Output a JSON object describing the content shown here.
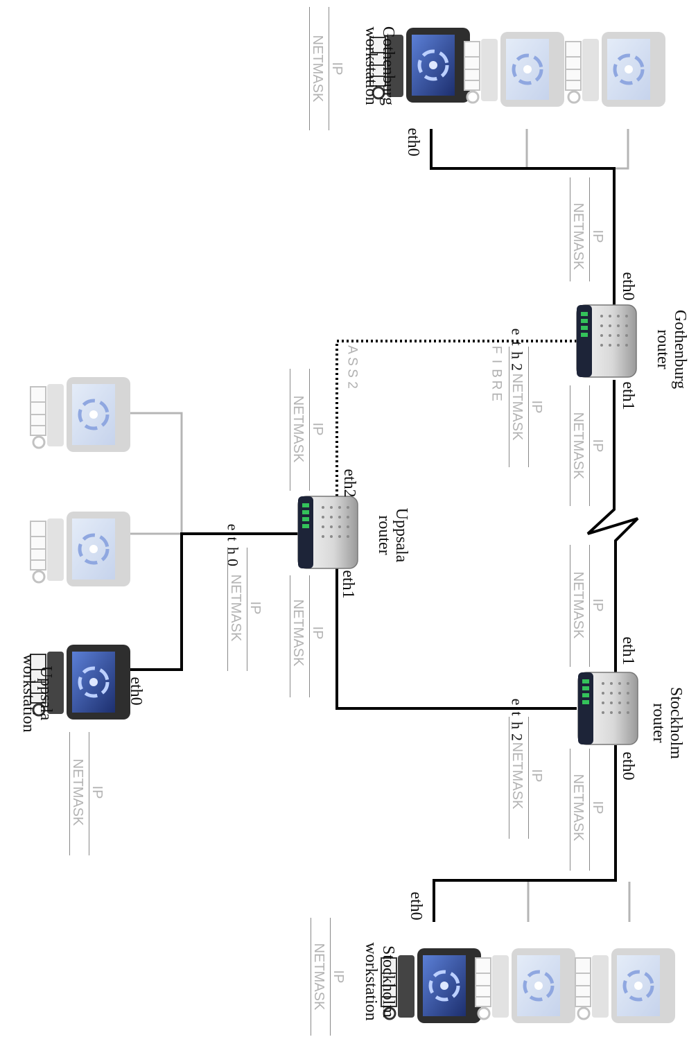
{
  "labels": {
    "ip": "IP",
    "netmask": "NETMASK"
  },
  "devices": {
    "gothenburg_router": {
      "line1": "Gothenburg",
      "line2": "router"
    },
    "uppsala_router": {
      "line1": "Uppsala",
      "line2": "router"
    },
    "stockholm_router": {
      "line1": "Stockholm",
      "line2": "router"
    },
    "gothenburg_workstation": {
      "line1": "Gothenburg",
      "line2": "workstation"
    },
    "uppsala_workstation": {
      "line1": "Uppsala",
      "line2": "workstation"
    },
    "stockholm_workstation": {
      "line1": "Stockholm",
      "line2": "workstation"
    }
  },
  "ports": {
    "gothenburg_ws_eth0": "eth0",
    "gothenburg_router_eth0": "eth0",
    "gothenburg_router_eth1": "eth1",
    "gothenburg_router_eth2": "eth2",
    "uppsala_router_eth2": "eth2",
    "uppsala_router_eth1": "eth1",
    "uppsala_router_eth0": "eth0",
    "uppsala_ws_eth0": "eth0",
    "stockholm_router_eth1": "eth1",
    "stockholm_router_eth0": "eth0",
    "stockholm_router_eth2": "eth2",
    "stockholm_ws_eth0": "eth0"
  },
  "link_labels": {
    "fibre_link": "FIBRE",
    "assigned": "ASS2"
  },
  "colors": {
    "active_link": "#000000",
    "inactive_link": "#b5b5b5",
    "faded_text": "#b3b3b3"
  }
}
